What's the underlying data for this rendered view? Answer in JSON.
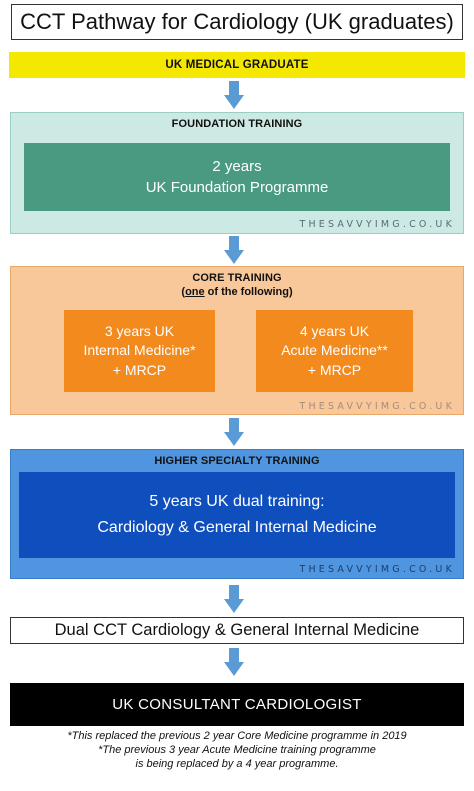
{
  "title": "CCT Pathway for Cardiology (UK graduates)",
  "start": "UK MEDICAL GRADUATE",
  "foundation": {
    "heading": "FOUNDATION TRAINING",
    "box_line1": "2 years",
    "box_line2": "UK Foundation Programme",
    "watermark": "THESAVVYIMG.CO.UK"
  },
  "core": {
    "heading": "CORE TRAINING",
    "sub_open": "(",
    "sub_underlined": "one",
    "sub_rest": " of the following)",
    "options": [
      {
        "line1": "3 years UK",
        "line2": "Internal Medicine*",
        "line3": "+ MRCP"
      },
      {
        "line1": "4 years UK",
        "line2": "Acute Medicine**",
        "line3": "+ MRCP"
      }
    ],
    "watermark": "THESAVVYIMG.CO.UK"
  },
  "higher": {
    "heading": "HIGHER SPECIALTY TRAINING",
    "box_line1": "5 years UK dual training:",
    "box_line2": "Cardiology & General Internal Medicine",
    "watermark": "THESAVVYIMG.CO.UK"
  },
  "cct": "Dual CCT Cardiology & General Internal Medicine",
  "end": "UK CONSULTANT CARDIOLOGIST",
  "footnotes": [
    "*This replaced the previous 2 year Core Medicine programme in 2019",
    "*The previous 3 year Acute Medicine training programme",
    "is being replaced by a 4 year programme."
  ],
  "colors": {
    "arrow": "#5b9bd5",
    "yellow": "#f5e800",
    "foundation_bg": "#cde9e4",
    "foundation_box": "#4a9a82",
    "core_bg": "#f8c79a",
    "core_box": "#f28a1e",
    "higher_bg": "#4f95df",
    "higher_box": "#0f4fbd"
  }
}
